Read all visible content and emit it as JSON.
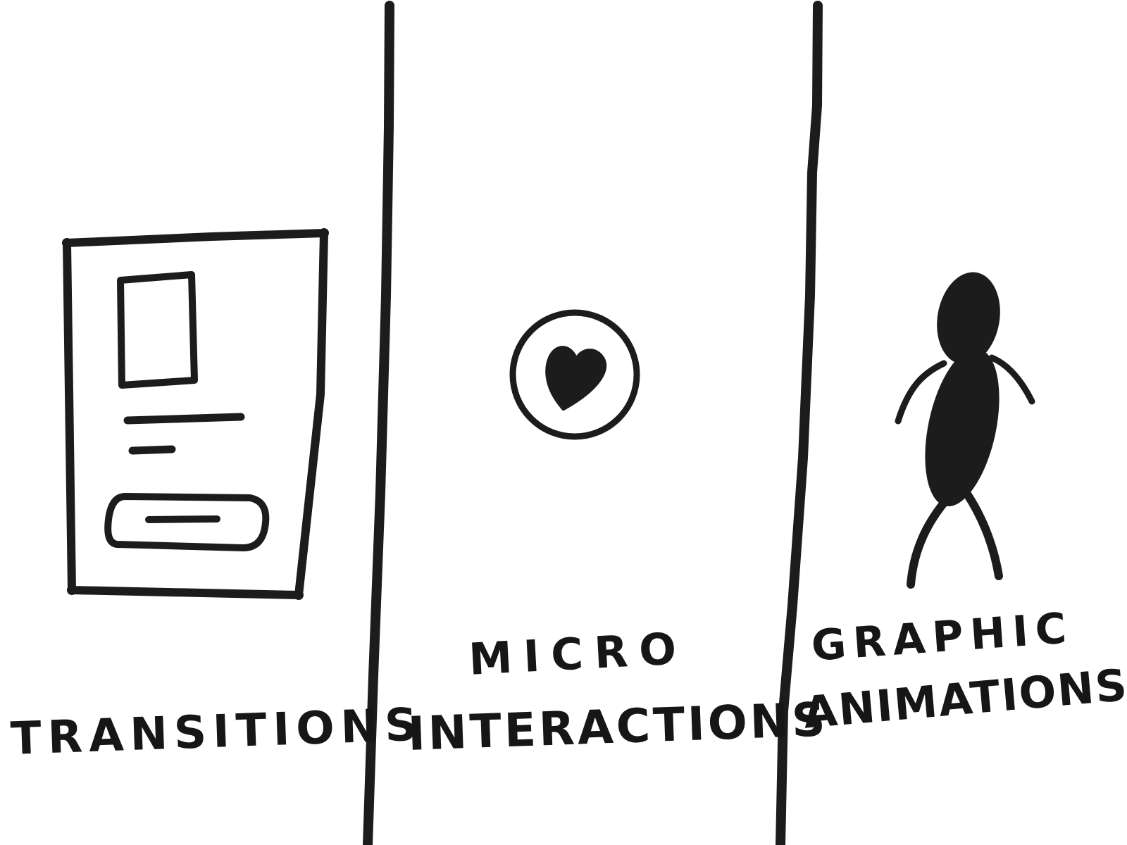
{
  "panels": [
    {
      "id": "transitions",
      "label_lines": [
        "TRANSITIONS"
      ]
    },
    {
      "id": "micro-interactions",
      "label_lines": [
        "MICRO",
        "INTERACTIONS"
      ]
    },
    {
      "id": "graphic-animations",
      "label_lines": [
        "GRAPHIC",
        "ANIMATIONS"
      ]
    }
  ],
  "icons": {
    "transitions": "ui-card-sketch-icon",
    "micro_interactions": "heart-button-icon",
    "graphic_animations": "walking-figure-icon"
  },
  "colors": {
    "ink": "#1c1c1c",
    "background": "#ffffff"
  }
}
